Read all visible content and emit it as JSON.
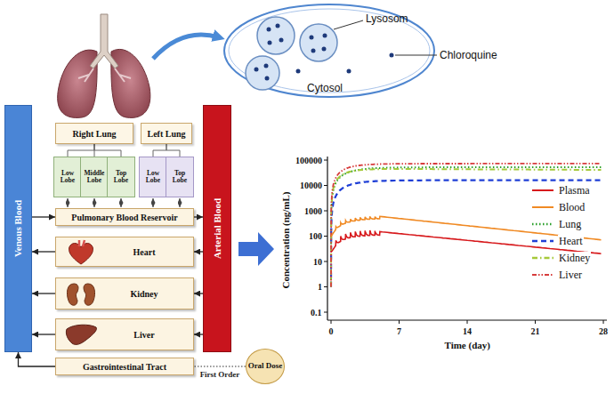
{
  "diagram": {
    "nodes": [
      {
        "text": [
          "Right Lung"
        ]
      },
      {
        "text": [
          "Left Lung"
        ]
      },
      {
        "text": [
          "Low Lobe"
        ]
      },
      {
        "text": [
          "Middle Lobe"
        ]
      },
      {
        "text": [
          "Top Lobe"
        ]
      },
      {
        "text": [
          "Low Lobe"
        ]
      },
      {
        "text": [
          "Top Lobe"
        ]
      },
      {
        "text": [
          "Venous Blood"
        ]
      },
      {
        "text": [
          "Pulmonary Blood Reservoir"
        ]
      },
      {
        "text": [
          "Arterial Blood"
        ]
      },
      {
        "text": [
          "Heart"
        ]
      },
      {
        "text": [
          "Kidney"
        ]
      },
      {
        "text": [
          "Liver"
        ]
      },
      {
        "text": [
          "Gastrointestinal Tract"
        ]
      },
      {
        "text": [
          "Oral Dose"
        ]
      }
    ],
    "edges": [
      {
        "from": 0,
        "to": 2,
        "arrow": "none"
      },
      {
        "from": 0,
        "to": 3,
        "arrow": "none"
      },
      {
        "from": 0,
        "to": 4,
        "arrow": "none"
      },
      {
        "from": 1,
        "to": 5,
        "arrow": "none"
      },
      {
        "from": 1,
        "to": 6,
        "arrow": "none"
      },
      {
        "from": 2,
        "to": 8,
        "arrow": "both"
      },
      {
        "from": 3,
        "to": 8,
        "arrow": "both"
      },
      {
        "from": 4,
        "to": 8,
        "arrow": "both"
      },
      {
        "from": 5,
        "to": 8,
        "arrow": "both"
      },
      {
        "from": 6,
        "to": 8,
        "arrow": "both"
      },
      {
        "from": 7,
        "to": 8,
        "arrow": "to"
      },
      {
        "from": 8,
        "to": 9,
        "arrow": "to"
      },
      {
        "from": 9,
        "to": 10,
        "arrow": "to"
      },
      {
        "from": 10,
        "to": 7,
        "arrow": "to"
      },
      {
        "from": 9,
        "to": 11,
        "arrow": "to"
      },
      {
        "from": 11,
        "to": 7,
        "arrow": "to"
      },
      {
        "from": 9,
        "to": 12,
        "arrow": "to"
      },
      {
        "from": 12,
        "to": 7,
        "arrow": "to"
      },
      {
        "from": 13,
        "to": 7,
        "arrow": "to"
      },
      {
        "from": 14,
        "to": 13,
        "arrow": "none",
        "label": "First Order"
      }
    ],
    "labels": [
      "Lysosom",
      "Chloroquine",
      "Cytosol",
      "100000",
      "10000",
      "1000",
      "100",
      "10",
      "1",
      "0.1",
      "0",
      "7",
      "14",
      "21",
      "28",
      "Concentration (ng/mL)",
      "Time (day)"
    ],
    "legend": [
      {
        "text": "Plasma"
      },
      {
        "text": "Blood"
      },
      {
        "text": "Lung"
      },
      {
        "text": "Heart"
      },
      {
        "text": "Kidney"
      },
      {
        "text": "Liver"
      }
    ]
  }
}
